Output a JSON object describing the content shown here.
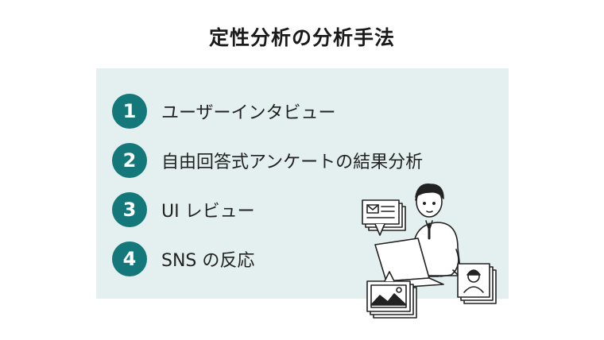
{
  "title": "定性分析の分析手法",
  "items": [
    {
      "number": "1",
      "label": "ユーザーインタビュー"
    },
    {
      "number": "2",
      "label": "自由回答式アンケートの結果分析"
    },
    {
      "number": "3",
      "label": "UI レビュー"
    },
    {
      "number": "4",
      "label": "SNS の反応"
    }
  ],
  "colors": {
    "accent": "#14787a",
    "panel": "#e3f0ef",
    "text": "#222222"
  },
  "illustration": {
    "icon": "person-laptop-illustration"
  }
}
